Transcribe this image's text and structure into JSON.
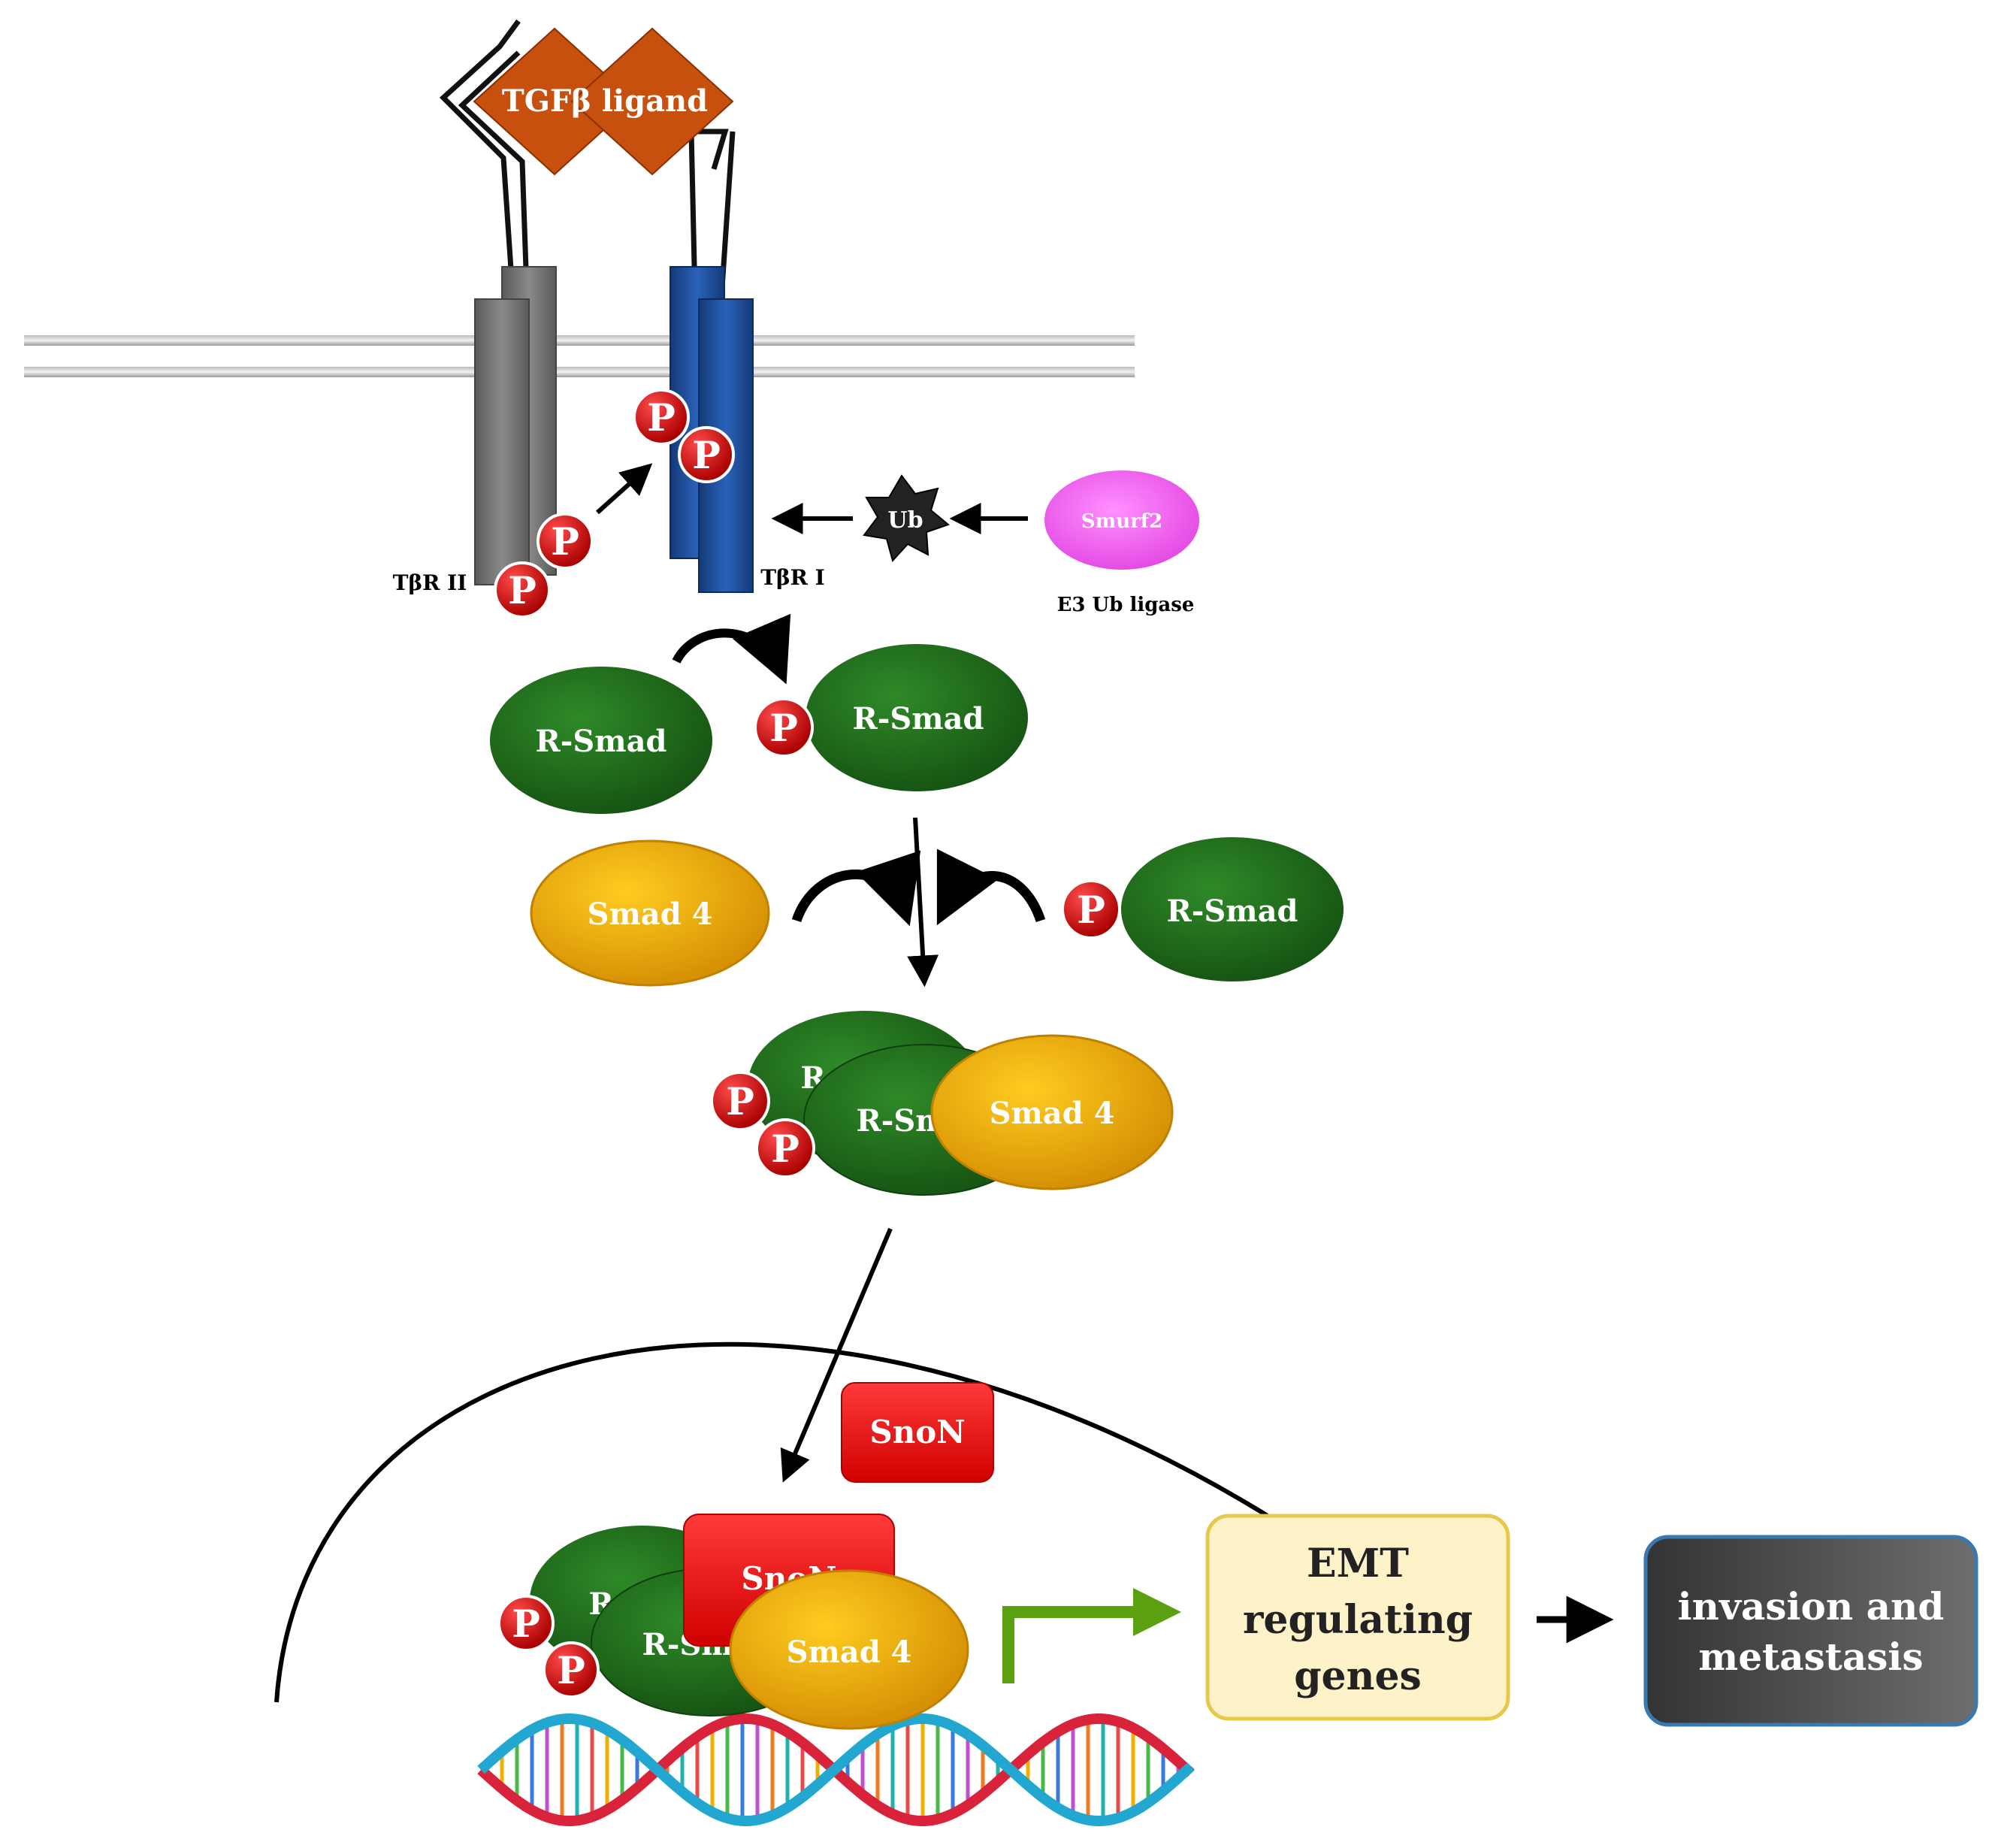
{
  "labels": {
    "ligand": "TGFβ ligand",
    "receptor2": "TβR II",
    "receptor1": "TβR I",
    "ub": "Ub",
    "smurf2": "Smurf2",
    "e3_ligase": "E3 Ub ligase",
    "p": "P",
    "rsmad": "R-Smad",
    "rsmad_partial_top": "R",
    "rsmad_partial_cut": "R-Sm",
    "smad4": "Smad 4",
    "snon": "SnoN",
    "snon_partial": "SnoN",
    "emt": [
      "EMT",
      "regulating",
      "genes"
    ],
    "invasion": [
      "invasion and",
      "metastasis"
    ]
  },
  "colors": {
    "receptor2": "#7a7a7a",
    "receptor1": "#1f4e96",
    "ligand": "#c8500f",
    "phospho": "#cc1111",
    "rsmad": "#1f6b1a",
    "smad4": "#f0a800",
    "smurf2": "#f060f0",
    "snon": "#e81010",
    "emt_box": "#fdf2c8",
    "invasion_box": "#555555",
    "promoter_arrow": "#5aa010"
  }
}
